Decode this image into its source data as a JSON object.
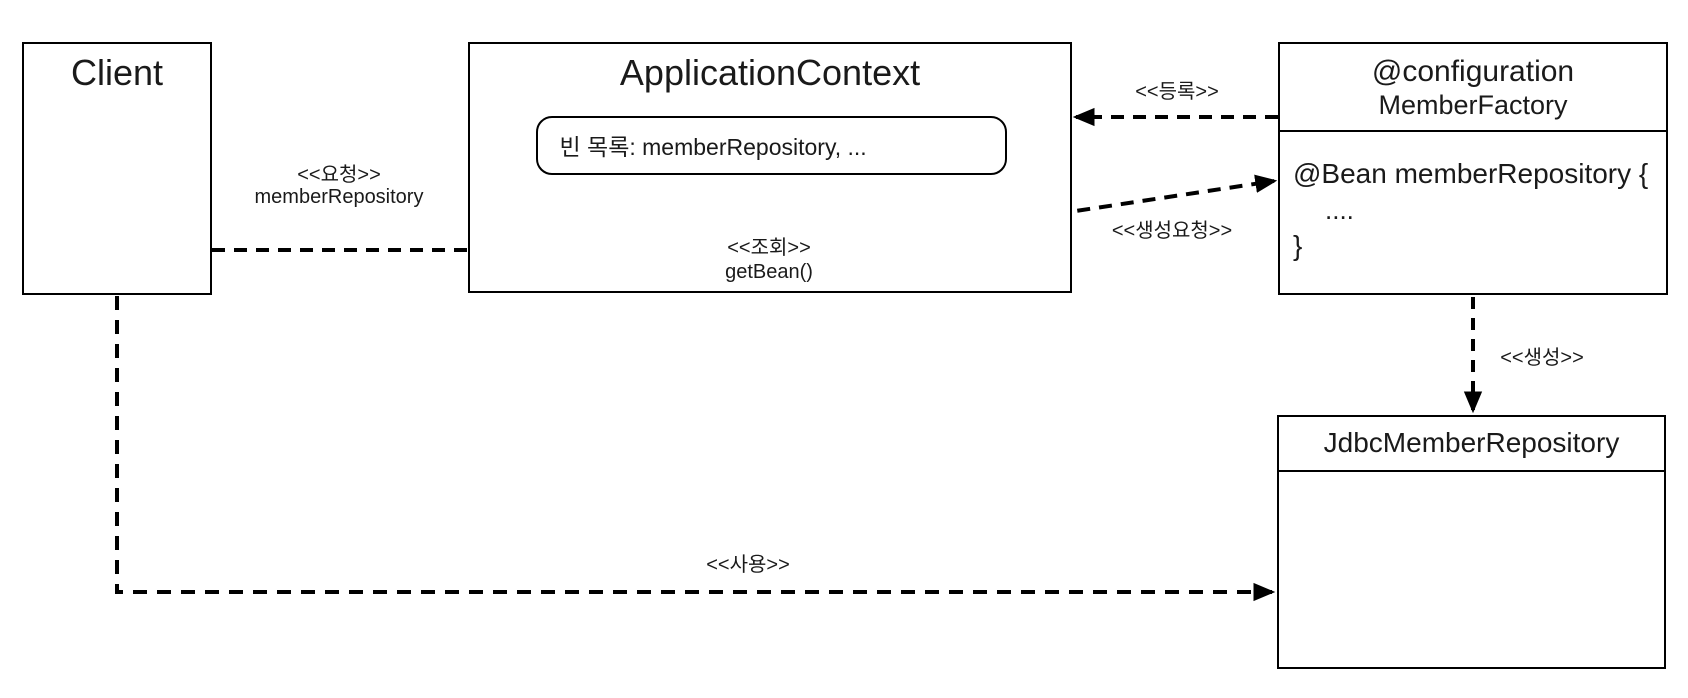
{
  "boxes": {
    "client": {
      "title": "Client"
    },
    "application_context": {
      "title": "ApplicationContext",
      "bean_list": "빈 목록: memberRepository, ..."
    },
    "member_factory": {
      "annotation": "@configuration",
      "name": "MemberFactory",
      "bean_method_open": "@Bean memberRepository {",
      "bean_method_body": "....",
      "bean_method_close": "}"
    },
    "jdbc_member_repository": {
      "title": "JdbcMemberRepository"
    }
  },
  "arrows": {
    "request": {
      "stereotype": "<<요청>>",
      "detail": "memberRepository"
    },
    "lookup": {
      "stereotype": "<<조회>>",
      "detail": "getBean()"
    },
    "register": {
      "stereotype": "<<등록>>"
    },
    "create_request": {
      "stereotype": "<<생성요청>>"
    },
    "create": {
      "stereotype": "<<생성>>"
    },
    "use": {
      "stereotype": "<<사용>>"
    }
  },
  "colors": {
    "line": "#000000",
    "text": "#1a1a1a",
    "background": "#ffffff"
  }
}
